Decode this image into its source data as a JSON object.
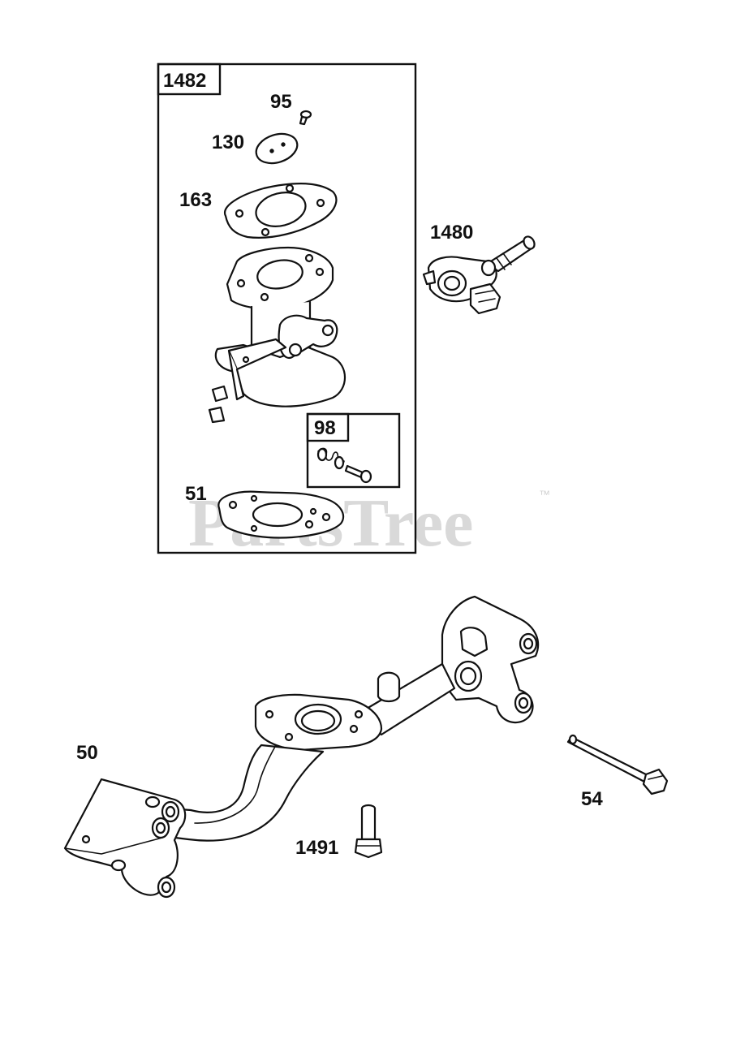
{
  "watermark": {
    "text": "PartsTree",
    "trademark": "™"
  },
  "kit_labels": {
    "main_kit": "1482",
    "sub_kit": "98"
  },
  "callouts": {
    "p95": "95",
    "p130": "130",
    "p163": "163",
    "p51": "51",
    "p1480": "1480",
    "p50": "50",
    "p54": "54",
    "p1491": "1491"
  }
}
